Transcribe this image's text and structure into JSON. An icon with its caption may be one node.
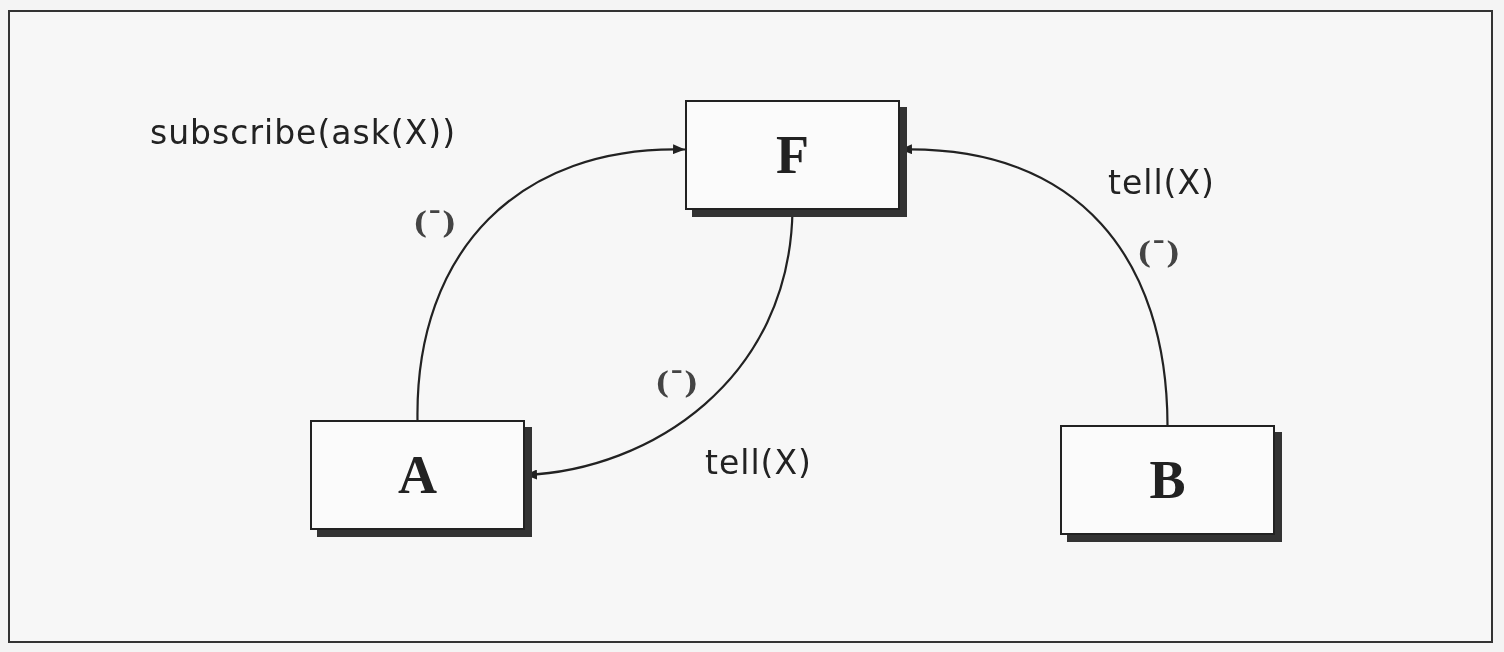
{
  "diagram": {
    "nodes": [
      {
        "text": [
          "F"
        ]
      },
      {
        "text": [
          "A"
        ]
      },
      {
        "text": [
          "B"
        ]
      }
    ],
    "edges": [
      {
        "from": 1,
        "to": 0,
        "arrow": "to",
        "label": "subscribe(ask(X))"
      },
      {
        "from": 0,
        "to": 1,
        "arrow": "to",
        "label": "tell(X)"
      },
      {
        "from": 2,
        "to": 0,
        "arrow": "to",
        "label": "tell(X)"
      }
    ],
    "labels": [
      "(¯)",
      "(¯)",
      "(¯)"
    ]
  }
}
